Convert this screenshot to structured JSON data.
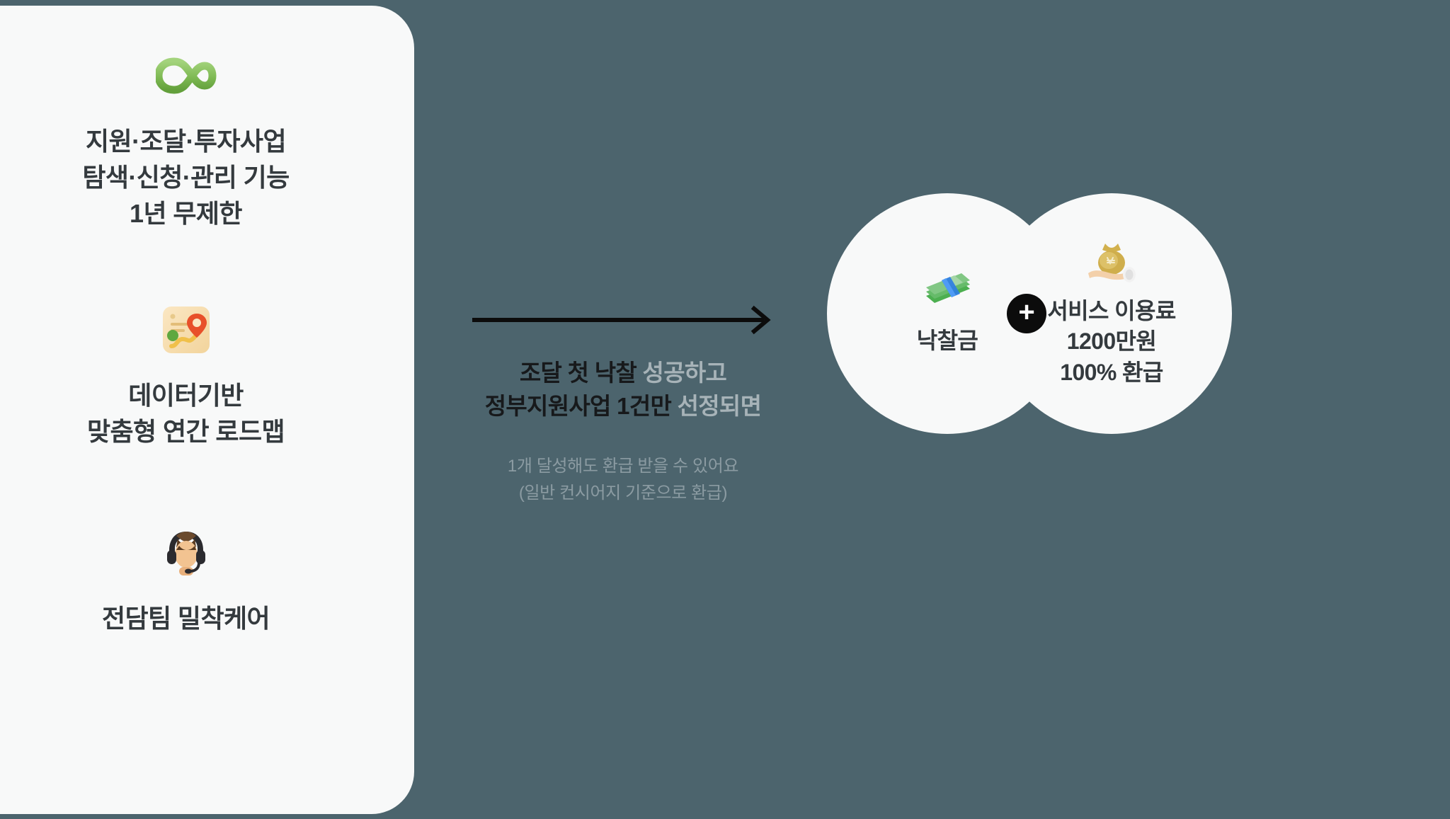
{
  "background_color": "#4c646d",
  "card": {
    "background_color": "#f8f9f9",
    "features": [
      {
        "icon": "infinity-icon",
        "icon_color": "#7fba54",
        "label": "지원·조달·투자사업\n탐색·신청·관리 기능\n1년 무제한"
      },
      {
        "icon": "map-roadmap-icon",
        "icon_glyph": "🗺️",
        "label": "데이터기반\n맞춤형 연간 로드맵"
      },
      {
        "icon": "support-agent-icon",
        "icon_glyph": "🎧",
        "label": "전담팀 밀착케어"
      }
    ]
  },
  "middle": {
    "arrow": "arrow-right-icon",
    "headline": [
      {
        "text": "조달 첫 낙찰 ",
        "muted": false
      },
      {
        "text": "성공하고",
        "muted": true
      }
    ],
    "headline_line1_strong": "조달 첫 낙찰",
    "headline_line1_muted": " 성공하고",
    "headline_line2_strong": "정부지원사업 1건만",
    "headline_line2_muted": " 선정되면",
    "subtext": "1개 달성해도 환급 받을 수 있어요\n(일반 컨시어지 기준으로 환급)"
  },
  "result": {
    "plus_symbol": "+",
    "circles": [
      {
        "icon": "money-stack-icon",
        "icon_glyph": "💵",
        "label": "낙찰금"
      },
      {
        "icon": "money-bag-in-hand-icon",
        "icon_glyph": "🤲",
        "label": "서비스 이용료\n1200만원\n100% 환급"
      }
    ]
  }
}
